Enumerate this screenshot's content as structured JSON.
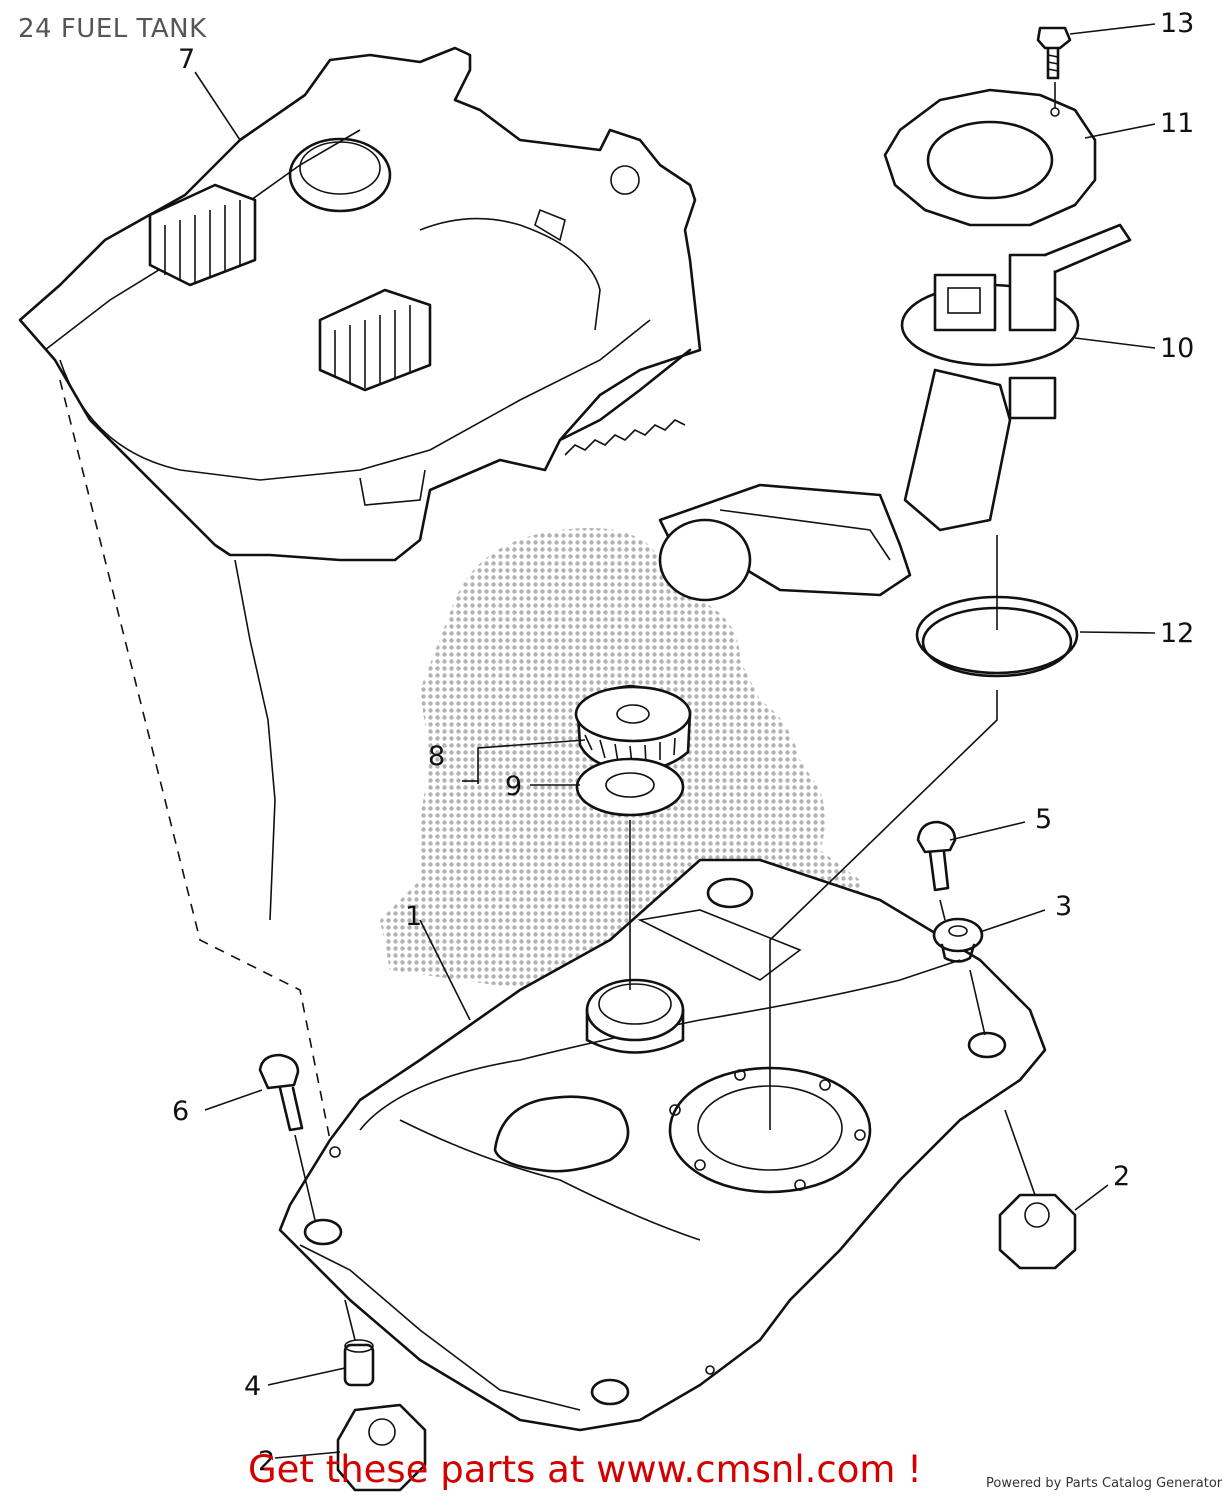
{
  "title": "24 FUEL TANK",
  "callouts": {
    "c1": "1",
    "c2": "2",
    "c2b": "2",
    "c3": "3",
    "c4": "4",
    "c5": "5",
    "c6": "6",
    "c7": "7",
    "c8": "8",
    "c9": "9",
    "c10": "10",
    "c11": "11",
    "c12": "12",
    "c13": "13"
  },
  "footer": {
    "promo": "Get these parts at www.cmsnl.com !",
    "powered": "Powered by Parts Catalog Generator"
  }
}
